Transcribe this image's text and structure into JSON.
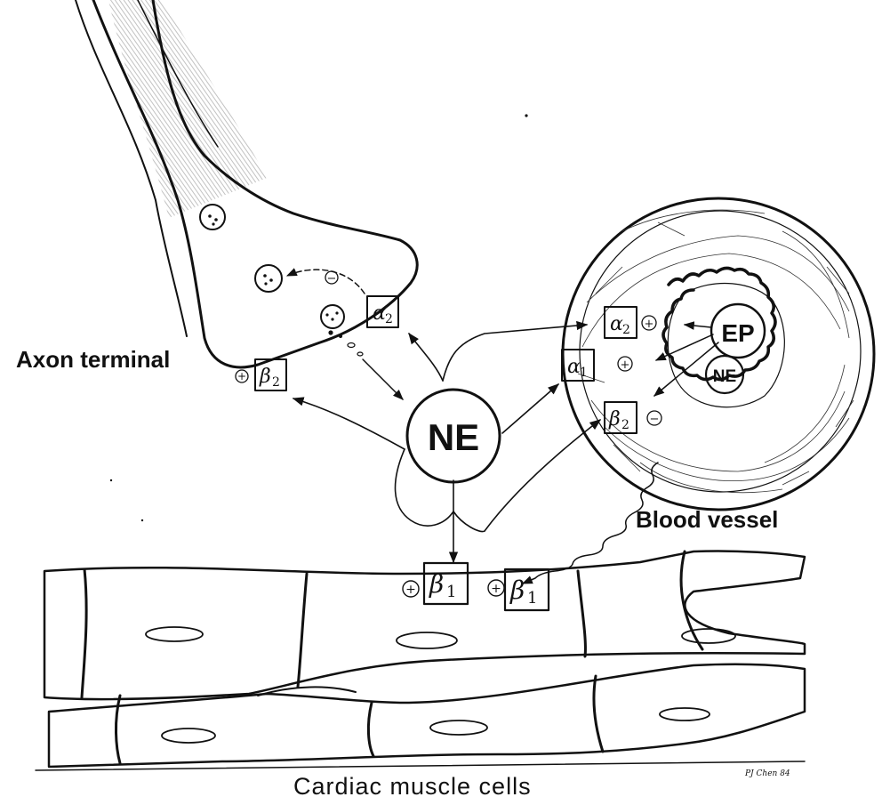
{
  "labels": {
    "axon_terminal": "Axon terminal",
    "blood_vessel": "Blood vessel",
    "cardiac_cells": "Cardiac muscle cells"
  },
  "molecules": {
    "ne_center": "NE",
    "ep_vessel": "EP",
    "ne_vessel": "NE"
  },
  "receptors": {
    "axon_alpha2": {
      "greek": "α",
      "sub": "2"
    },
    "axon_beta2": {
      "greek": "β",
      "sub": "2"
    },
    "vessel_alpha2": {
      "greek": "α",
      "sub": "2"
    },
    "vessel_alpha1": {
      "greek": "α",
      "sub": "1"
    },
    "vessel_beta2": {
      "greek": "β",
      "sub": "2"
    },
    "cardiac_beta1_left": {
      "greek": "β",
      "sub": "1"
    },
    "cardiac_beta1_right": {
      "greek": "β",
      "sub": "1"
    }
  },
  "signs": {
    "plus": "+",
    "minus": "−"
  },
  "signature": "PJ Chen 84",
  "colors": {
    "ink": "#111111",
    "background": "#ffffff"
  }
}
